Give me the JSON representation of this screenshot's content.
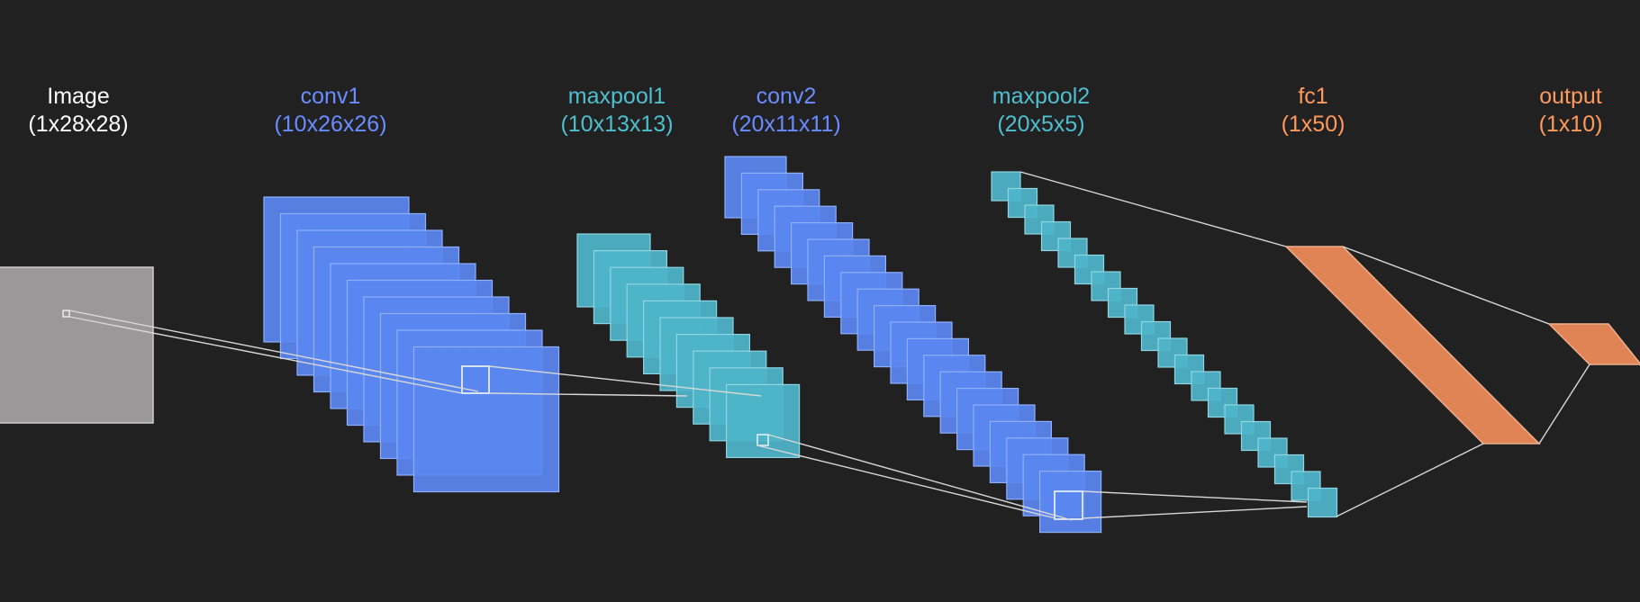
{
  "colors": {
    "background": "#212121",
    "image_fill": "#9a9898",
    "conv_fill": "#5a86f0",
    "pool_fill": "#4fb5c9",
    "fc_fill": "#e08355",
    "connector": "#d8d8d8",
    "image_label": "#ffffff",
    "conv_label": "#6b8cff",
    "pool_label": "#4fbfd0",
    "fc_label": "#ff9a5c"
  },
  "layers": [
    {
      "id": "image",
      "name": "Image",
      "dims": "(1x28x28)",
      "kind": "image"
    },
    {
      "id": "conv1",
      "name": "conv1",
      "dims": "(10x26x26)",
      "kind": "conv"
    },
    {
      "id": "maxpool1",
      "name": "maxpool1",
      "dims": "(10x13x13)",
      "kind": "pool"
    },
    {
      "id": "conv2",
      "name": "conv2",
      "dims": "(20x11x11)",
      "kind": "conv"
    },
    {
      "id": "maxpool2",
      "name": "maxpool2",
      "dims": "(20x5x5)",
      "kind": "pool"
    },
    {
      "id": "fc1",
      "name": "fc1",
      "dims": "(1x50)",
      "kind": "fc"
    },
    {
      "id": "output",
      "name": "output",
      "dims": "(1x10)",
      "kind": "fc"
    }
  ]
}
